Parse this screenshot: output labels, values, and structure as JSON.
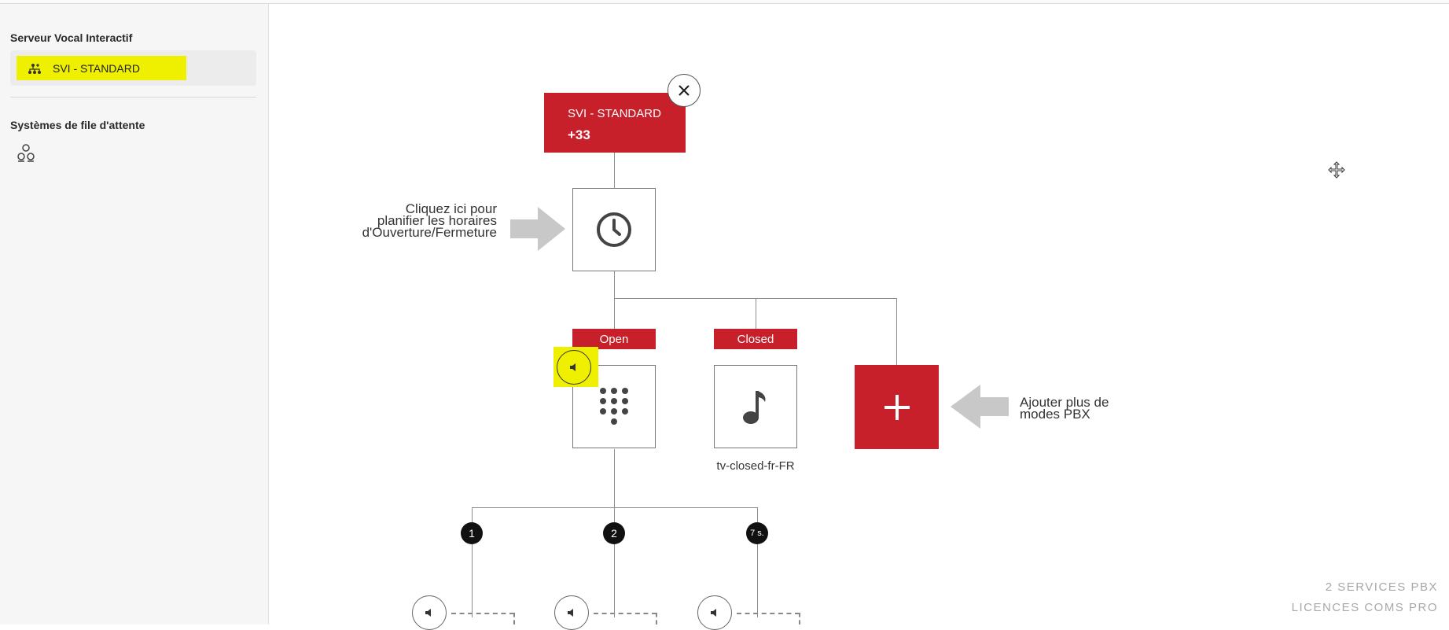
{
  "sidebar": {
    "section1_title": "Serveur Vocal Interactif",
    "svi_item_label": "SVI - STANDARD",
    "section2_title": "Systèmes de file d'attente"
  },
  "flow": {
    "root_title": "SVI - STANDARD",
    "root_number": "+33",
    "schedule_hint": [
      "Cliquez ici pour",
      "planifier les horaires",
      "d'Ouverture/Fermeture"
    ],
    "open_label": "Open",
    "closed_label": "Closed",
    "closed_audio": "tv-closed-fr-FR",
    "add_hint": [
      "Ajouter plus de",
      "modes PBX"
    ],
    "keys": [
      "1",
      "2",
      "7 s."
    ]
  },
  "footer": {
    "line1": "2 SERVICES PBX",
    "line2": "LICENCES COMS PRO"
  },
  "colors": {
    "accent_red": "#c8202a",
    "highlight": "#eef000"
  }
}
